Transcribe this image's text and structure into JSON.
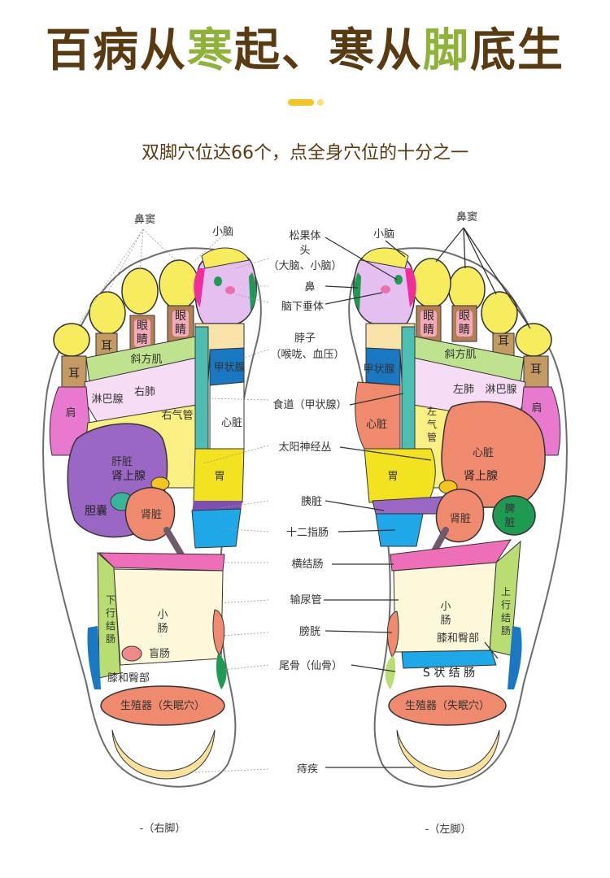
{
  "title": {
    "part1": "百病从",
    "part2": "寒",
    "part3": "起、寒从",
    "part4": "脚",
    "part5": "底生"
  },
  "subtitle": "双脚穴位达66个，点全身穴位的十分之一",
  "colors": {
    "title": "#5a3a10",
    "highlight": "#8fb33a",
    "accent_dot": "#f2c520",
    "accent_dot_light": "#f7e27a"
  },
  "right_foot": {
    "caption": "-（右脚）",
    "labels": {
      "sinus": "鼻窦",
      "cerebellum": "小脑",
      "ear1": "耳",
      "ear2": "耳",
      "eye1": "眼",
      "eye1b": "睛",
      "eye2": "眼",
      "eye2b": "睛",
      "trapezius": "斜方肌",
      "lymph": "淋巴腺",
      "lung": "右肺",
      "shoulder": "肩",
      "bronchus": "右气管",
      "thyroid": "甲状腺",
      "heart": "心脏",
      "liver": "肝脏",
      "adrenal": "肾上腺",
      "stomach": "胃",
      "gallbladder": "胆囊",
      "kidney": "肾脏",
      "colon_desc": [
        "下",
        "行",
        "结",
        "肠"
      ],
      "small_intestine": [
        "小",
        "肠"
      ],
      "appendix": "盲肠",
      "knee_hip": "膝和臀部",
      "genital": "生殖器（失眠穴）"
    }
  },
  "left_foot": {
    "caption": "-（左脚）",
    "labels": {
      "sinus": "鼻窦",
      "cerebellum": "小脑",
      "ear1": "耳",
      "ear2": "耳",
      "eye1": "眼",
      "eye1b": "睛",
      "eye2": "眼",
      "eye2b": "睛",
      "trapezius": "斜方肌",
      "lung": "左肺",
      "lymph": "淋巴腺",
      "shoulder": "肩",
      "bronchus": [
        "左",
        "气",
        "管"
      ],
      "thyroid": "甲状腺",
      "heart_inner": "心脏",
      "heart": "心脏",
      "adrenal": "肾上腺",
      "stomach": "胃",
      "kidney": "肾脏",
      "spleen": [
        "脾",
        "脏"
      ],
      "colon_asc": [
        "上",
        "行",
        "结",
        "肠"
      ],
      "small_intestine": [
        "小",
        "肠"
      ],
      "knee_hip": "膝和臀部",
      "s_colon": "S 状 结 肠",
      "genital": "生殖器（失眠穴）"
    }
  },
  "center_labels": {
    "pineal": "松果体",
    "head": "头",
    "head_sub": "（大脑、小脑）",
    "nose": "鼻",
    "pituitary": "脑下垂体",
    "neck": "脖子",
    "neck_sub": "（喉咙、血压）",
    "esophagus": "食道（甲状腺）",
    "solar_plexus": "太阳神经丛",
    "pancreas": "胰脏",
    "duodenum": "十二指肠",
    "transverse_colon": "横结肠",
    "ureter": "输尿管",
    "bladder": "膀胱",
    "coccyx": "尾骨（仙骨）",
    "hemorrhoid": "痔疾"
  }
}
